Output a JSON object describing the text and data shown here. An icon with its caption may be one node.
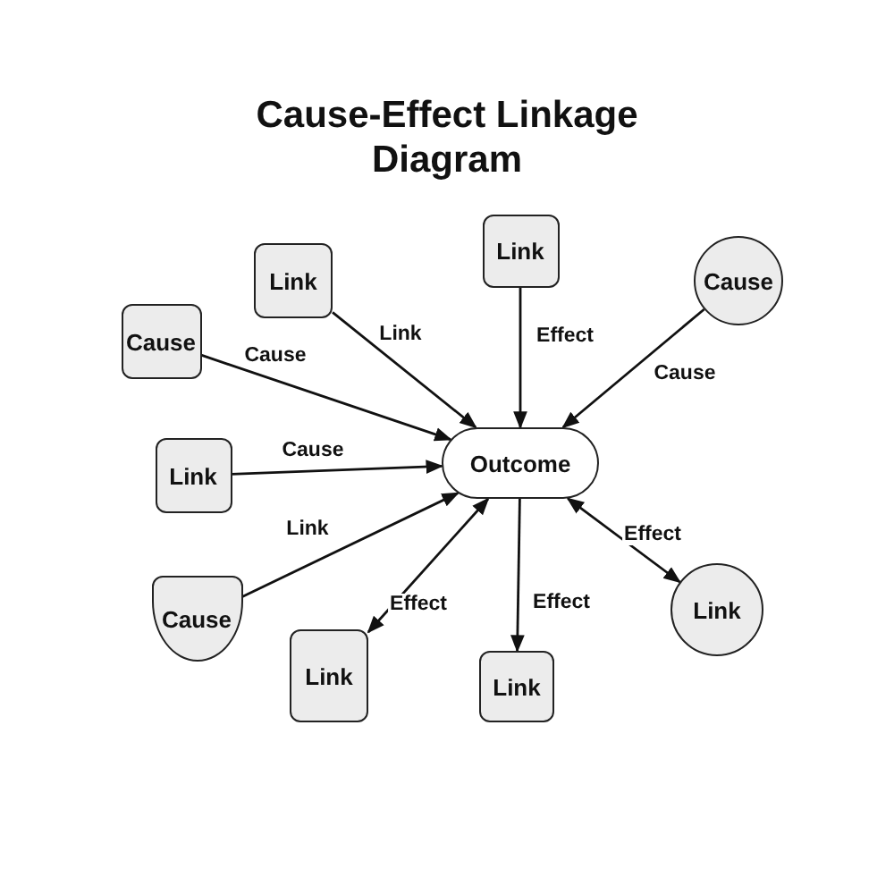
{
  "diagram": {
    "title": "Cause-Effect Linkage Diagram",
    "nodes": [
      {
        "text": [
          "Outcome"
        ]
      },
      {
        "text": [
          "Link"
        ]
      },
      {
        "text": [
          "Link"
        ]
      },
      {
        "text": [
          "Cause"
        ]
      },
      {
        "text": [
          "Cause"
        ]
      },
      {
        "text": [
          "Link"
        ]
      },
      {
        "text": [
          "Cause"
        ]
      },
      {
        "text": [
          "Link"
        ]
      },
      {
        "text": [
          "Link"
        ]
      },
      {
        "text": [
          "Link"
        ]
      }
    ],
    "edges": [
      {
        "from": 1,
        "to": 0,
        "arrow": "to",
        "label": "Link"
      },
      {
        "from": 2,
        "to": 0,
        "arrow": "to",
        "label": "Effect"
      },
      {
        "from": 3,
        "to": 0,
        "arrow": "to",
        "label": "Cause"
      },
      {
        "from": 4,
        "to": 0,
        "arrow": "to",
        "label": "Cause"
      },
      {
        "from": 5,
        "to": 0,
        "arrow": "to",
        "label": "Cause"
      },
      {
        "from": 6,
        "to": 0,
        "arrow": "to",
        "label": "Link"
      },
      {
        "from": 7,
        "to": 0,
        "arrow": "both",
        "label": "Effect"
      },
      {
        "from": 0,
        "to": 8,
        "arrow": "to",
        "label": "Effect"
      },
      {
        "from": 0,
        "to": 9,
        "arrow": "both",
        "label": "Effect"
      }
    ]
  }
}
